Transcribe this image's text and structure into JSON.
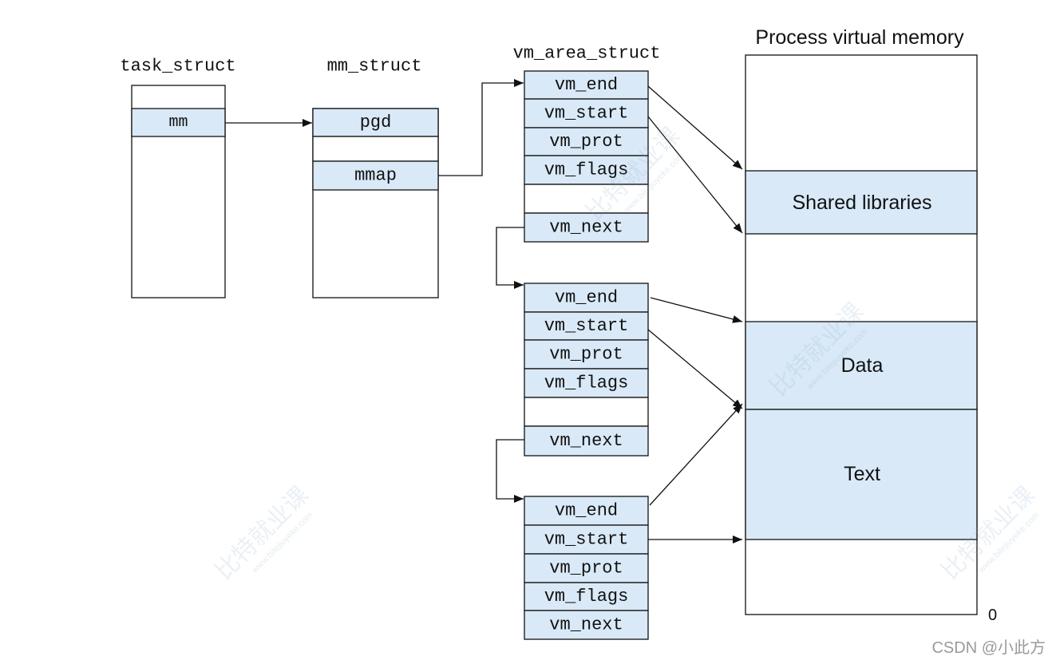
{
  "task_struct": {
    "title": "task_struct",
    "fields": [
      "mm"
    ]
  },
  "mm_struct": {
    "title": "mm_struct",
    "fields": [
      "pgd",
      "mmap"
    ]
  },
  "vm_area_struct": {
    "title": "vm_area_struct",
    "blocks": [
      {
        "fields": [
          "vm_end",
          "vm_start",
          "vm_prot",
          "vm_flags",
          "vm_next"
        ]
      },
      {
        "fields": [
          "vm_end",
          "vm_start",
          "vm_prot",
          "vm_flags",
          "vm_next"
        ]
      },
      {
        "fields": [
          "vm_end",
          "vm_start",
          "vm_prot",
          "vm_flags",
          "vm_next"
        ]
      }
    ]
  },
  "process_virtual_memory": {
    "title": "Process virtual memory",
    "regions": [
      "Shared libraries",
      "Data",
      "Text"
    ],
    "low_address": "0"
  },
  "colors": {
    "highlight": "#d9e9f7",
    "outline": "#222222",
    "text": "#111111"
  },
  "watermarks": {
    "brand": "比特就业课",
    "site": "www.bitejiuyeke.com",
    "credit": "CSDN @小此方"
  }
}
